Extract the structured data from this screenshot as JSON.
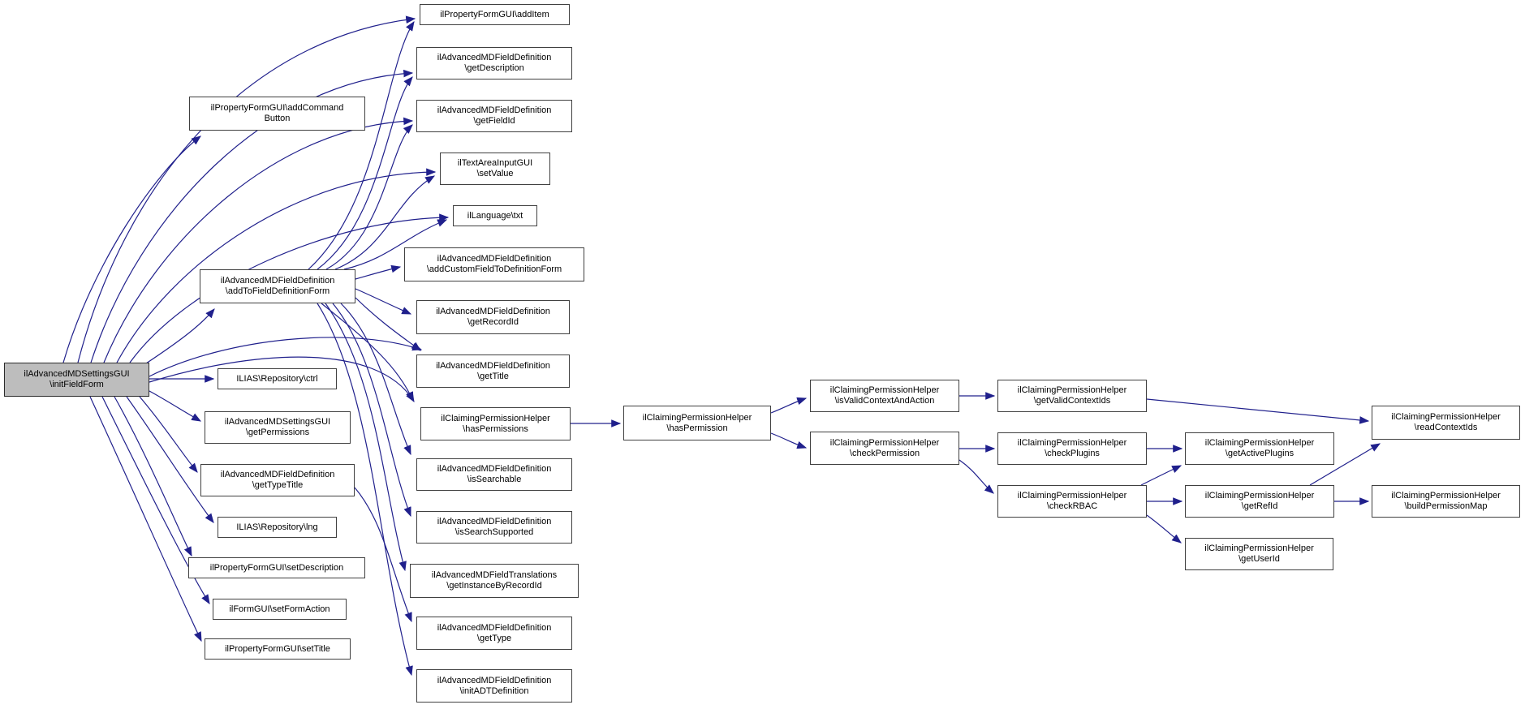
{
  "colors": {
    "edge": "#20208c",
    "node_border": "#404040",
    "node_fill": "#ffffff",
    "root_fill": "#bdbdbd",
    "background": "#ffffff"
  },
  "nodes": [
    {
      "id": "initFieldForm",
      "label": "ilAdvancedMDSettingsGUI\n\\initFieldForm"
    },
    {
      "id": "addCommandButton",
      "label": "ilPropertyFormGUI\\addCommand\nButton"
    },
    {
      "id": "addToFieldDefinitionForm",
      "label": "ilAdvancedMDFieldDefinition\n\\addToFieldDefinitionForm"
    },
    {
      "id": "ctrl",
      "label": "ILIAS\\Repository\\ctrl"
    },
    {
      "id": "getPermissions",
      "label": "ilAdvancedMDSettingsGUI\n\\getPermissions"
    },
    {
      "id": "getTypeTitle",
      "label": "ilAdvancedMDFieldDefinition\n\\getTypeTitle"
    },
    {
      "id": "lng",
      "label": "ILIAS\\Repository\\lng"
    },
    {
      "id": "setDescription",
      "label": "ilPropertyFormGUI\\setDescription"
    },
    {
      "id": "setFormAction",
      "label": "ilFormGUI\\setFormAction"
    },
    {
      "id": "setTitle",
      "label": "ilPropertyFormGUI\\setTitle"
    },
    {
      "id": "addItem",
      "label": "ilPropertyFormGUI\\addItem"
    },
    {
      "id": "getDescription",
      "label": "ilAdvancedMDFieldDefinition\n\\getDescription"
    },
    {
      "id": "getFieldId",
      "label": "ilAdvancedMDFieldDefinition\n\\getFieldId"
    },
    {
      "id": "setValue",
      "label": "ilTextAreaInputGUI\n\\setValue"
    },
    {
      "id": "txt",
      "label": "ilLanguage\\txt"
    },
    {
      "id": "addCustomFieldToDefinitionForm",
      "label": "ilAdvancedMDFieldDefinition\n\\addCustomFieldToDefinitionForm"
    },
    {
      "id": "getRecordId",
      "label": "ilAdvancedMDFieldDefinition\n\\getRecordId"
    },
    {
      "id": "getTitle",
      "label": "ilAdvancedMDFieldDefinition\n\\getTitle"
    },
    {
      "id": "hasPermissions",
      "label": "ilClaimingPermissionHelper\n\\hasPermissions"
    },
    {
      "id": "isSearchable",
      "label": "ilAdvancedMDFieldDefinition\n\\isSearchable"
    },
    {
      "id": "isSearchSupported",
      "label": "ilAdvancedMDFieldDefinition\n\\isSearchSupported"
    },
    {
      "id": "getInstanceByRecordId",
      "label": "ilAdvancedMDFieldTranslations\n\\getInstanceByRecordId"
    },
    {
      "id": "getType",
      "label": "ilAdvancedMDFieldDefinition\n\\getType"
    },
    {
      "id": "initADTDefinition",
      "label": "ilAdvancedMDFieldDefinition\n\\initADTDefinition"
    },
    {
      "id": "hasPermission",
      "label": "ilClaimingPermissionHelper\n\\hasPermission"
    },
    {
      "id": "isValidContextAndAction",
      "label": "ilClaimingPermissionHelper\n\\isValidContextAndAction"
    },
    {
      "id": "checkPermission",
      "label": "ilClaimingPermissionHelper\n\\checkPermission"
    },
    {
      "id": "getValidContextIds",
      "label": "ilClaimingPermissionHelper\n\\getValidContextIds"
    },
    {
      "id": "checkPlugins",
      "label": "ilClaimingPermissionHelper\n\\checkPlugins"
    },
    {
      "id": "checkRBAC",
      "label": "ilClaimingPermissionHelper\n\\checkRBAC"
    },
    {
      "id": "getActivePlugins",
      "label": "ilClaimingPermissionHelper\n\\getActivePlugins"
    },
    {
      "id": "getRefId",
      "label": "ilClaimingPermissionHelper\n\\getRefId"
    },
    {
      "id": "getUserId",
      "label": "ilClaimingPermissionHelper\n\\getUserId"
    },
    {
      "id": "readContextIds",
      "label": "ilClaimingPermissionHelper\n\\readContextIds"
    },
    {
      "id": "buildPermissionMap",
      "label": "ilClaimingPermissionHelper\n\\buildPermissionMap"
    }
  ],
  "edges": [
    {
      "from": "initFieldForm",
      "to": "addCommandButton"
    },
    {
      "from": "initFieldForm",
      "to": "addItem"
    },
    {
      "from": "initFieldForm",
      "to": "getDescription"
    },
    {
      "from": "initFieldForm",
      "to": "getFieldId"
    },
    {
      "from": "initFieldForm",
      "to": "setValue"
    },
    {
      "from": "initFieldForm",
      "to": "txt"
    },
    {
      "from": "initFieldForm",
      "to": "addToFieldDefinitionForm"
    },
    {
      "from": "initFieldForm",
      "to": "ctrl"
    },
    {
      "from": "initFieldForm",
      "to": "getTitle"
    },
    {
      "from": "initFieldForm",
      "to": "hasPermissions"
    },
    {
      "from": "initFieldForm",
      "to": "getPermissions"
    },
    {
      "from": "initFieldForm",
      "to": "getTypeTitle"
    },
    {
      "from": "initFieldForm",
      "to": "lng"
    },
    {
      "from": "initFieldForm",
      "to": "setDescription"
    },
    {
      "from": "initFieldForm",
      "to": "setFormAction"
    },
    {
      "from": "initFieldForm",
      "to": "setTitle"
    },
    {
      "from": "addToFieldDefinitionForm",
      "to": "addItem"
    },
    {
      "from": "addToFieldDefinitionForm",
      "to": "getDescription"
    },
    {
      "from": "addToFieldDefinitionForm",
      "to": "getFieldId"
    },
    {
      "from": "addToFieldDefinitionForm",
      "to": "setValue"
    },
    {
      "from": "addToFieldDefinitionForm",
      "to": "txt"
    },
    {
      "from": "addToFieldDefinitionForm",
      "to": "addCustomFieldToDefinitionForm"
    },
    {
      "from": "addToFieldDefinitionForm",
      "to": "getRecordId"
    },
    {
      "from": "addToFieldDefinitionForm",
      "to": "getTitle"
    },
    {
      "from": "addToFieldDefinitionForm",
      "to": "hasPermissions"
    },
    {
      "from": "addToFieldDefinitionForm",
      "to": "isSearchable"
    },
    {
      "from": "addToFieldDefinitionForm",
      "to": "isSearchSupported"
    },
    {
      "from": "addToFieldDefinitionForm",
      "to": "getInstanceByRecordId"
    },
    {
      "from": "addToFieldDefinitionForm",
      "to": "initADTDefinition"
    },
    {
      "from": "getTypeTitle",
      "to": "getType"
    },
    {
      "from": "hasPermissions",
      "to": "hasPermission"
    },
    {
      "from": "hasPermission",
      "to": "isValidContextAndAction"
    },
    {
      "from": "hasPermission",
      "to": "checkPermission"
    },
    {
      "from": "isValidContextAndAction",
      "to": "getValidContextIds"
    },
    {
      "from": "checkPermission",
      "to": "checkPlugins"
    },
    {
      "from": "checkPermission",
      "to": "checkRBAC"
    },
    {
      "from": "getValidContextIds",
      "to": "readContextIds"
    },
    {
      "from": "checkPlugins",
      "to": "getActivePlugins"
    },
    {
      "from": "checkRBAC",
      "to": "getActivePlugins"
    },
    {
      "from": "checkRBAC",
      "to": "getRefId"
    },
    {
      "from": "checkRBAC",
      "to": "getUserId"
    },
    {
      "from": "getRefId",
      "to": "readContextIds"
    },
    {
      "from": "getRefId",
      "to": "buildPermissionMap"
    }
  ]
}
